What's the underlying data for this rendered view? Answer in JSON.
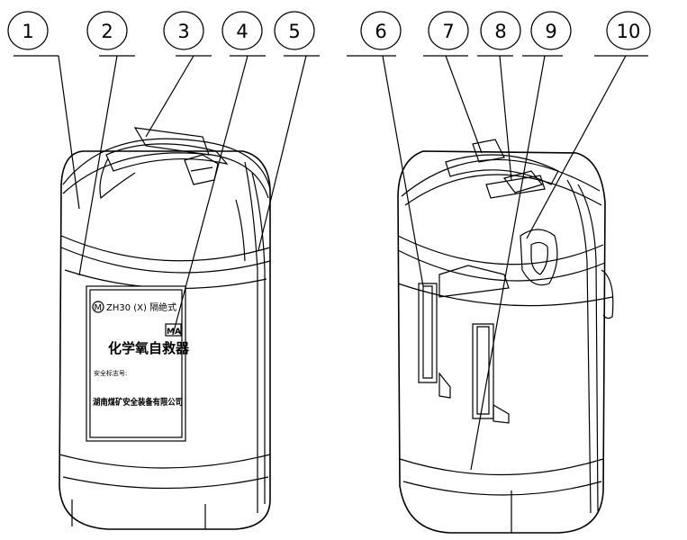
{
  "callouts": [
    {
      "n": "1"
    },
    {
      "n": "2"
    },
    {
      "n": "3"
    },
    {
      "n": "4"
    },
    {
      "n": "5"
    },
    {
      "n": "6"
    },
    {
      "n": "7"
    },
    {
      "n": "8"
    },
    {
      "n": "9"
    },
    {
      "n": "10"
    }
  ],
  "label_plate": {
    "model": "ZH30 (X) 隔绝式",
    "badge": "MA",
    "title": "化学氧自救器",
    "small_text": "安全标志号:",
    "maker": "湖南煤矿安全装备有限公司"
  }
}
